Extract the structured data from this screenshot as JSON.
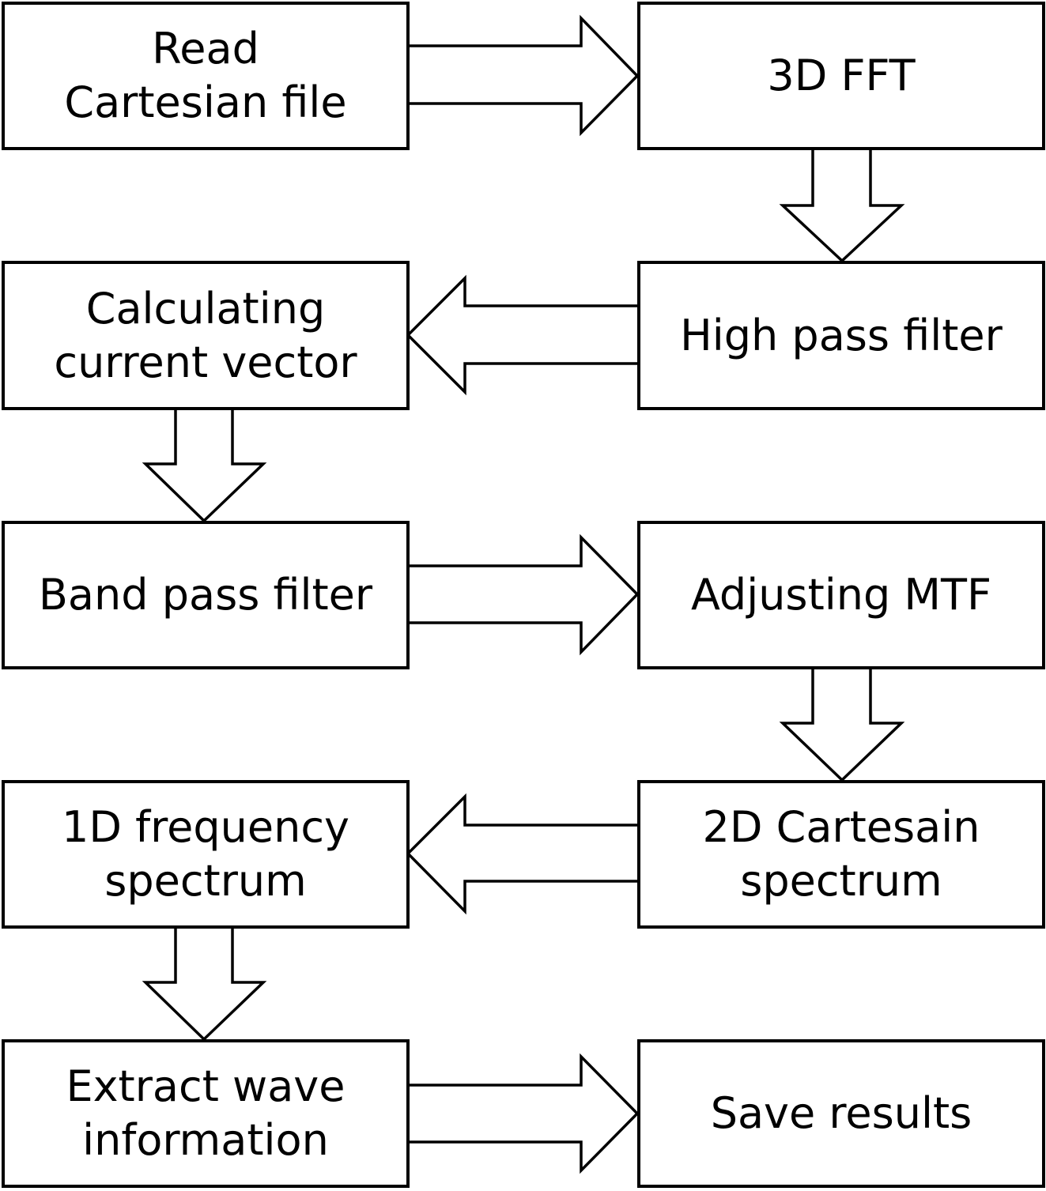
{
  "steps": [
    {
      "id": "read-cartesian-file",
      "lines": [
        "Read",
        "Cartesian file"
      ]
    },
    {
      "id": "3d-fft",
      "lines": [
        "3D FFT"
      ]
    },
    {
      "id": "high-pass-filter",
      "lines": [
        "High pass filter"
      ]
    },
    {
      "id": "calculating-current-vector",
      "lines": [
        "Calculating",
        "current vector"
      ]
    },
    {
      "id": "band-pass-filter",
      "lines": [
        "Band pass filter"
      ]
    },
    {
      "id": "adjusting-mtf",
      "lines": [
        "Adjusting MTF"
      ]
    },
    {
      "id": "2d-cartesain-spectrum",
      "lines": [
        "2D Cartesain",
        "spectrum"
      ]
    },
    {
      "id": "1d-frequency-spectrum",
      "lines": [
        "1D frequency",
        "spectrum"
      ]
    },
    {
      "id": "extract-wave-information",
      "lines": [
        "Extract wave",
        "information"
      ]
    },
    {
      "id": "save-results",
      "lines": [
        "Save results"
      ]
    }
  ],
  "flow": [
    {
      "from": "read-cartesian-file",
      "to": "3d-fft",
      "direction": "right"
    },
    {
      "from": "3d-fft",
      "to": "high-pass-filter",
      "direction": "down"
    },
    {
      "from": "high-pass-filter",
      "to": "calculating-current-vector",
      "direction": "left"
    },
    {
      "from": "calculating-current-vector",
      "to": "band-pass-filter",
      "direction": "down"
    },
    {
      "from": "band-pass-filter",
      "to": "adjusting-mtf",
      "direction": "right"
    },
    {
      "from": "adjusting-mtf",
      "to": "2d-cartesain-spectrum",
      "direction": "down"
    },
    {
      "from": "2d-cartesain-spectrum",
      "to": "1d-frequency-spectrum",
      "direction": "left"
    },
    {
      "from": "1d-frequency-spectrum",
      "to": "extract-wave-information",
      "direction": "down"
    },
    {
      "from": "extract-wave-information",
      "to": "save-results",
      "direction": "right"
    }
  ]
}
